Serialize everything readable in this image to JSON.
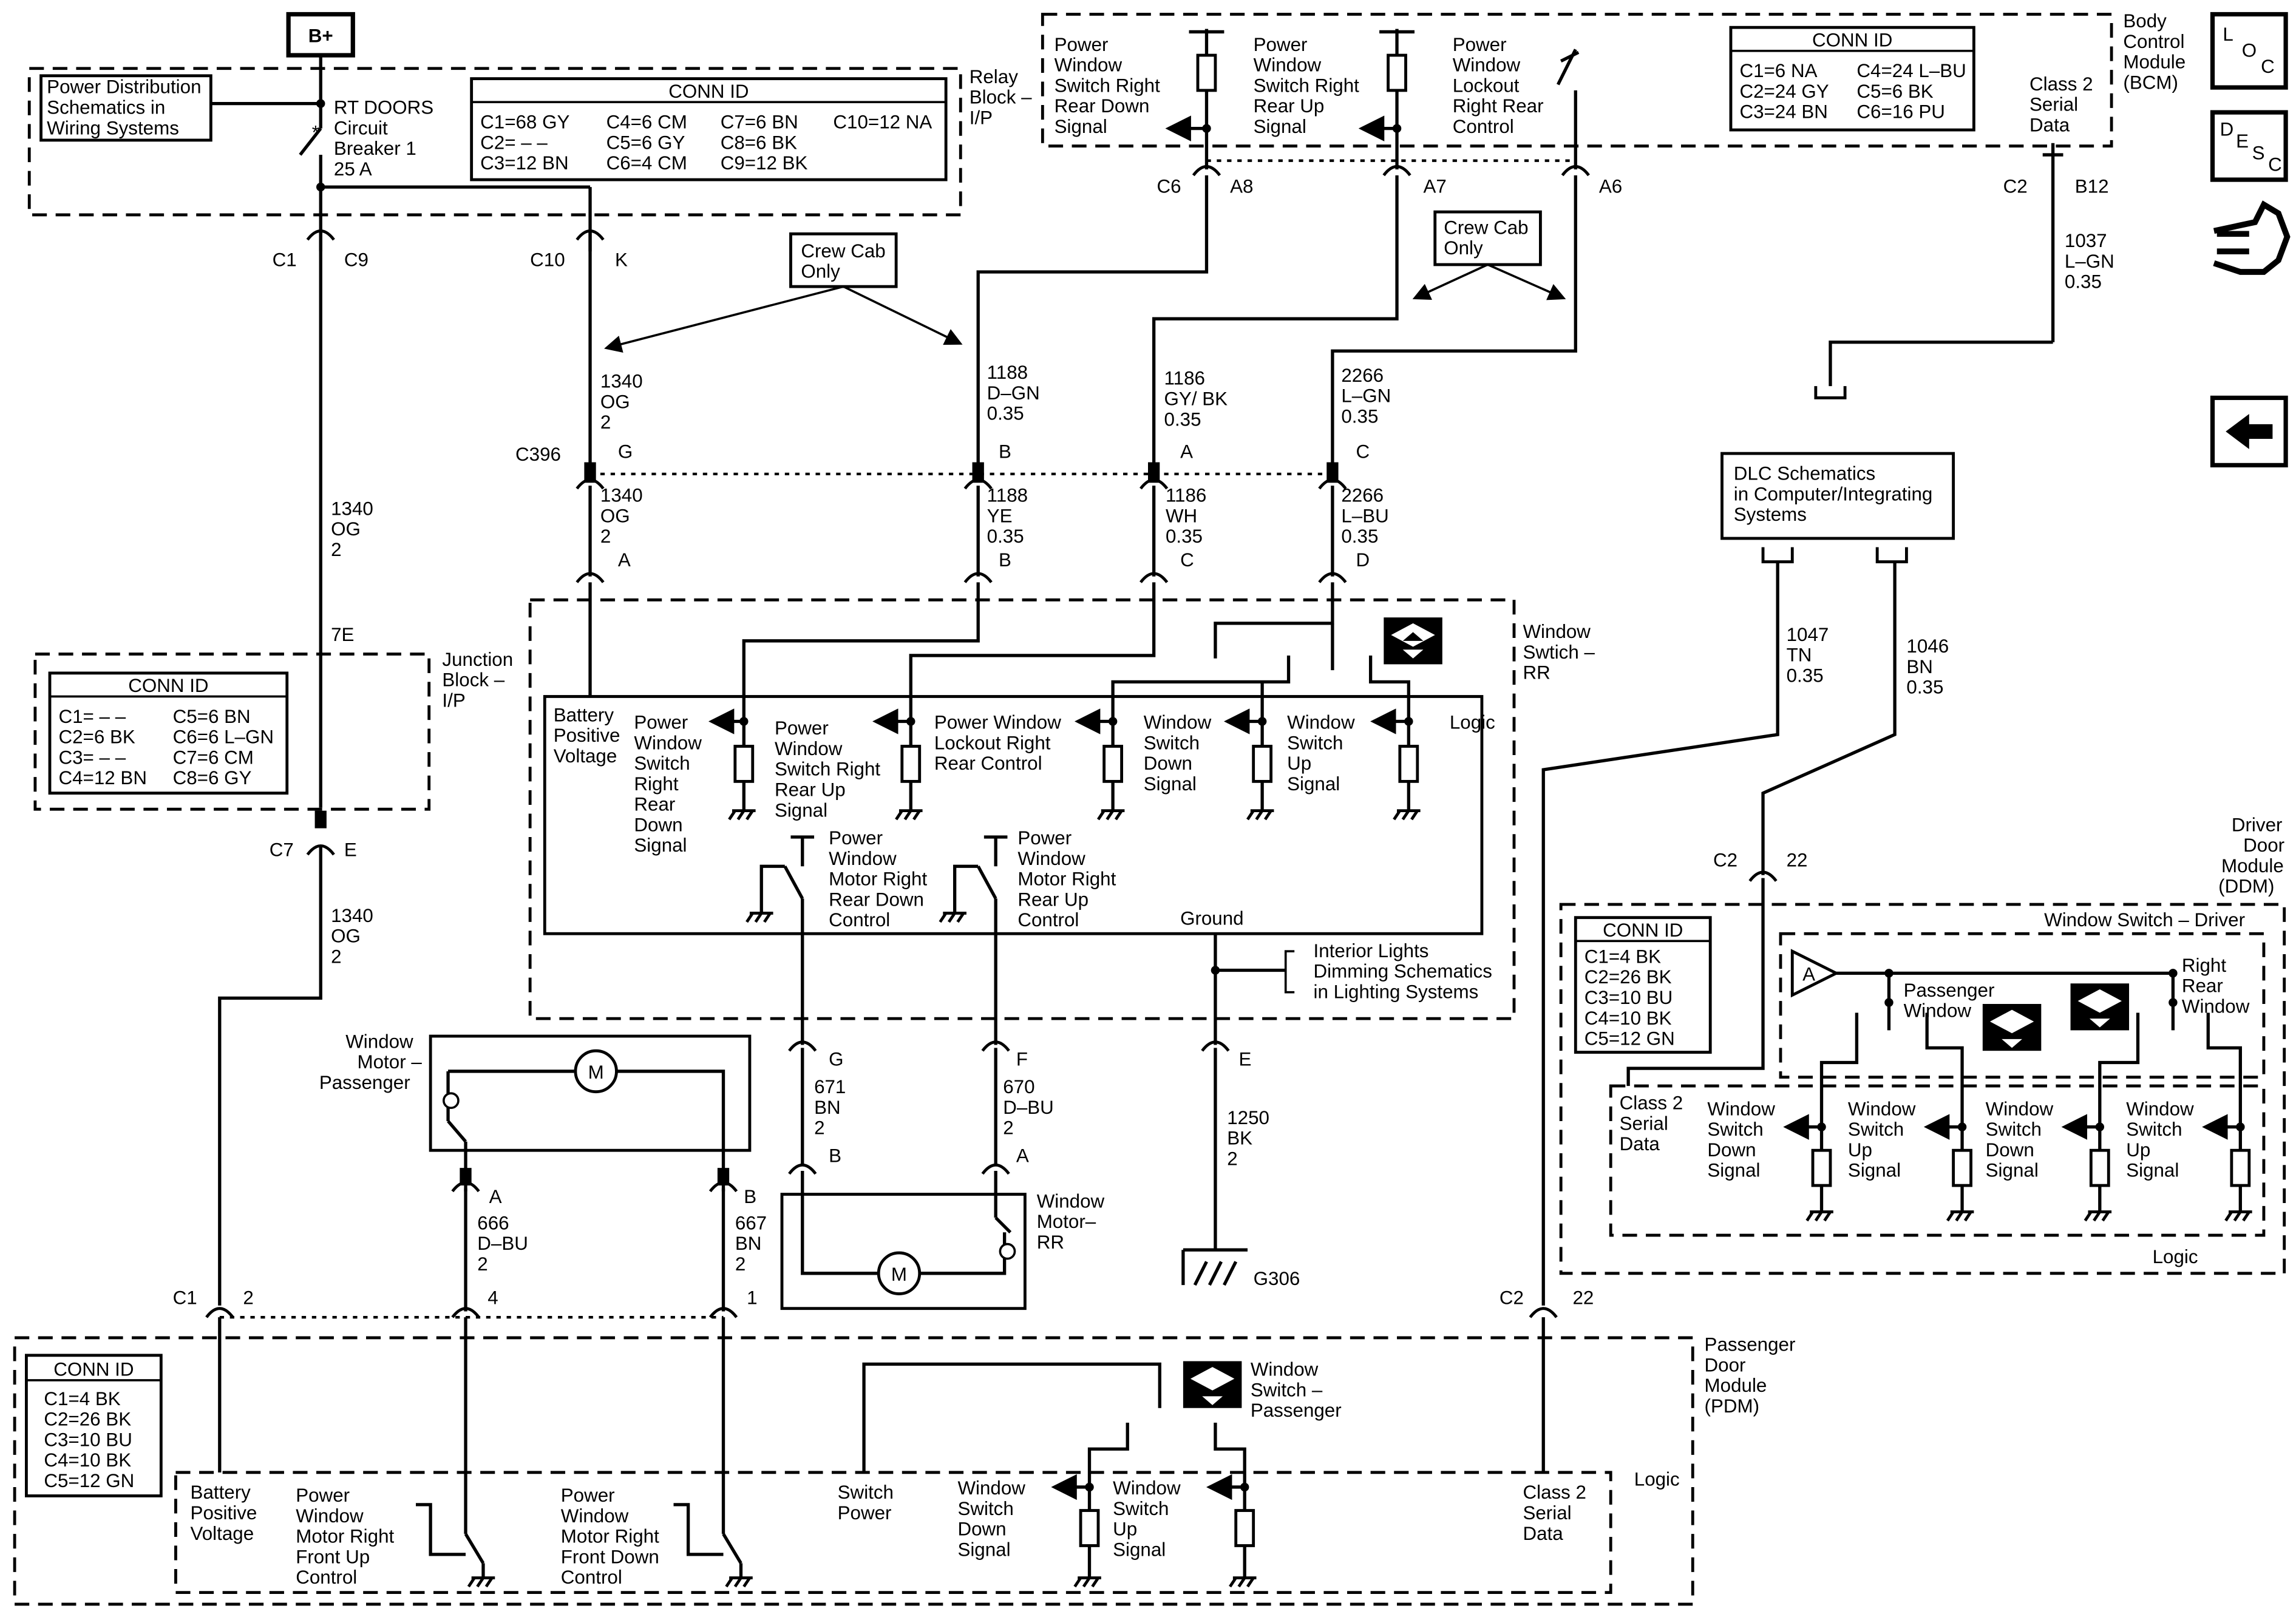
{
  "b_plus": "B+",
  "pds": [
    "Power Distribution",
    "Schematics in",
    "Wiring Systems"
  ],
  "breaker": [
    "RT DOORS",
    "Circuit",
    "Breaker 1",
    "25 A"
  ],
  "relay_block": [
    "Relay",
    "Block –",
    "I/P"
  ],
  "relay_conn": {
    "title": "CONN ID",
    "rows": [
      [
        "C1=68 GY",
        "C4=6 CM",
        "C7=6 BN",
        "C10=12 NA"
      ],
      [
        "C2= – –",
        "C5=6 GY",
        "C8=6 BK",
        ""
      ],
      [
        "C3=12 BN",
        "C6=4 CM",
        "C9=12 BK",
        ""
      ]
    ]
  },
  "bcm_conn": {
    "title": "CONN ID",
    "rows": [
      [
        "C1=6 NA",
        "C4=24 L–BU"
      ],
      [
        "C2=24 GY",
        "C5=6 BK"
      ],
      [
        "C3=24 BN",
        "C6=16 PU"
      ]
    ]
  },
  "bcm_label": [
    "Body",
    "Control",
    "Module",
    "(BCM)"
  ],
  "bcm_signals": [
    [
      "Power",
      "Window",
      "Switch Right",
      "Rear Down",
      "Signal"
    ],
    [
      "Power",
      "Window",
      "Switch Right",
      "Rear Up",
      "Signal"
    ],
    [
      "Power",
      "Window",
      "Lockout",
      "Right Rear",
      "Control"
    ]
  ],
  "class2_bcm": [
    "Class 2",
    "Serial",
    "Data"
  ],
  "bcm_pins": {
    "c6": "C6",
    "a8": "A8",
    "a7": "A7",
    "a6": "A6",
    "c2": "C2",
    "b12": "B12"
  },
  "wire_1037": [
    "1037",
    "L–GN",
    "0.35"
  ],
  "crew_cab": [
    "Crew Cab",
    "Only"
  ],
  "crew_cab2": [
    "Crew Cab",
    "Only"
  ],
  "relay_pins": {
    "c1": "C1",
    "c9": "C9",
    "c10": "C10",
    "k": "K"
  },
  "top_wires": [
    [
      "1340",
      "OG",
      "2"
    ],
    [
      "1188",
      "D–GN",
      "0.35"
    ],
    [
      "1186",
      "GY/ BK",
      "0.35"
    ],
    [
      "2266",
      "L–GN",
      "0.35"
    ]
  ],
  "bottom_wires": [
    [
      "1340",
      "OG",
      "2"
    ],
    [
      "1188",
      "YE",
      "0.35"
    ],
    [
      "1186",
      "WH",
      "0.35"
    ],
    [
      "2266",
      "L–BU",
      "0.35"
    ]
  ],
  "c396": "C396",
  "c396_pins": [
    "G",
    "B",
    "A",
    "C"
  ],
  "rr_pins": [
    "A",
    "B",
    "C",
    "D"
  ],
  "wire_1340_vert": [
    "1340",
    "OG",
    "2"
  ],
  "junction": {
    "pin": "7E",
    "label": [
      "Junction",
      "Block –",
      "I/P"
    ]
  },
  "junction_conn": {
    "title": "CONN ID",
    "rows": [
      [
        "C1= – –",
        "C5=6 BN"
      ],
      [
        "C2=6 BK",
        "C6=6 L–GN"
      ],
      [
        "C3= – –",
        "C7=6 CM"
      ],
      [
        "C4=12 BN",
        "C8=6 GY"
      ]
    ]
  },
  "c7": "C7",
  "e": "E",
  "wire_1340_low": [
    "1340",
    "OG",
    "2"
  ],
  "dlc": [
    "DLC Schematics",
    "in Computer/Integrating",
    "Systems"
  ],
  "wire_1047": [
    "1047",
    "TN",
    "0.35"
  ],
  "wire_1046": [
    "1046",
    "BN",
    "0.35"
  ],
  "window_switch_rr": [
    "Window",
    "Swtich –",
    "RR"
  ],
  "logic": "Logic",
  "rr_signals": {
    "batt": [
      "Battery",
      "Positive",
      "Voltage"
    ],
    "down": [
      "Power",
      "Window",
      "Switch",
      "Right",
      "Rear",
      "Down",
      "Signal"
    ],
    "up": [
      "Power",
      "Window",
      "Switch Right",
      "Rear Up",
      "Signal"
    ],
    "lockout": [
      "Power Window",
      "Lockout Right",
      "Rear Control"
    ],
    "sw_down": [
      "Window",
      "Switch",
      "Down",
      "Signal"
    ],
    "sw_up": [
      "Window",
      "Switch",
      "Up",
      "Signal"
    ],
    "motor_down": [
      "Power",
      "Window",
      "Motor Right",
      "Rear Down",
      "Control"
    ],
    "motor_up": [
      "Power",
      "Window",
      "Motor Right",
      "Rear Up",
      "Control"
    ],
    "ground": "Ground"
  },
  "interior_lights": [
    "Interior Lights",
    "Dimming Schematics",
    "in Lighting Systems"
  ],
  "rr_bottom_pins": {
    "g": "G",
    "f": "F",
    "e": "E"
  },
  "wire_671": [
    "671",
    "BN",
    "2"
  ],
  "wire_670": [
    "670",
    "D–BU",
    "2"
  ],
  "wire_1250": [
    "1250",
    "BK",
    "2"
  ],
  "g306": "G306",
  "motor_rr": {
    "label": [
      "Window",
      "Motor–",
      "RR"
    ],
    "b": "B",
    "a": "A",
    "m": "M"
  },
  "motor_pass": {
    "label": [
      "Window",
      "Motor –",
      "Passenger"
    ],
    "a": "A",
    "b": "B",
    "m": "M"
  },
  "wire_666": [
    "666",
    "D–BU",
    "2"
  ],
  "wire_667": [
    "667",
    "BN",
    "2"
  ],
  "ddm": {
    "label": [
      "Driver",
      "Door",
      "Module",
      "(DDM)"
    ],
    "c2": "C2",
    "pin22": "22",
    "title": "Window Switch – Driver",
    "passenger": [
      "Passenger",
      "Window"
    ],
    "right_rear": [
      "Right",
      "Rear",
      "Window"
    ],
    "class2": [
      "Class 2",
      "Serial",
      "Data"
    ],
    "signals": [
      [
        "Window",
        "Switch",
        "Down",
        "Signal"
      ],
      [
        "Window",
        "Switch",
        "Up",
        "Signal"
      ],
      [
        "Window",
        "Switch",
        "Down",
        "Signal"
      ],
      [
        "Window",
        "Switch",
        "Up",
        "Signal"
      ]
    ],
    "logic": "Logic",
    "conn": {
      "title": "CONN ID",
      "rows": [
        "C1=4 BK",
        "C2=26 BK",
        "C3=10 BU",
        "C4=10 BK",
        "C5=12 GN"
      ]
    }
  },
  "pdm": {
    "label": [
      "Passenger",
      "Door",
      "Module",
      "(PDM)"
    ],
    "c1": "C1",
    "p2": "2",
    "p4": "4",
    "p1": "1",
    "c2": "C2",
    "p22": "22",
    "conn": {
      "title": "CONN ID",
      "rows": [
        "C1=4 BK",
        "C2=26 BK",
        "C3=10 BU",
        "C4=10 BK",
        "C5=12 GN"
      ]
    },
    "switch_label": [
      "Window",
      "Switch –",
      "Passenger"
    ],
    "logic": "Logic",
    "batt": [
      "Battery",
      "Positive",
      "Voltage"
    ],
    "motor_up": [
      "Power",
      "Window",
      "Motor Right",
      "Front Up",
      "Control"
    ],
    "motor_down": [
      "Power",
      "Window",
      "Motor Right",
      "Front Down",
      "Control"
    ],
    "switch_power": [
      "Switch",
      "Power"
    ],
    "sw_down": [
      "Window",
      "Switch",
      "Down",
      "Signal"
    ],
    "sw_up": [
      "Window",
      "Switch",
      "Up",
      "Signal"
    ],
    "class2": [
      "Class 2",
      "Serial",
      "Data"
    ]
  },
  "nav": {
    "loc": [
      "L",
      "O",
      "C"
    ],
    "desc": [
      "D",
      "E",
      "S",
      "C"
    ],
    "icons": [
      "location-icon",
      "description-icon",
      "connector-tool-icon",
      "back-arrow-icon"
    ]
  }
}
